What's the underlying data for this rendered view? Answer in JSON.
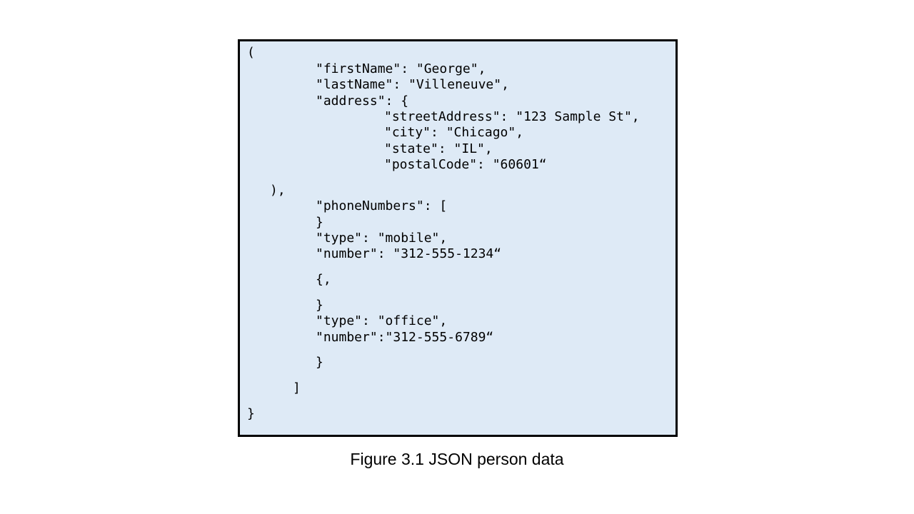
{
  "code_lines": [
    "(",
    "\"firstName\": \"George\",",
    "\"lastName\": \"Villeneuve\",",
    "\"address\": {",
    "\"streetAddress\": \"123 Sample St\",",
    "\"city\": \"Chicago\",",
    "\"state\": \"IL\",",
    "\"postalCode\": \"60601“",
    "),",
    "\"phoneNumbers\": [",
    "}",
    "\"type\": \"mobile\",",
    "\"number\": \"312-555-1234“",
    "{,",
    "}",
    "\"type\": \"office\",",
    "\"number\":\"312-555-6789“",
    "}",
    "]",
    "}"
  ],
  "caption": "Figure 3.1 JSON person data"
}
